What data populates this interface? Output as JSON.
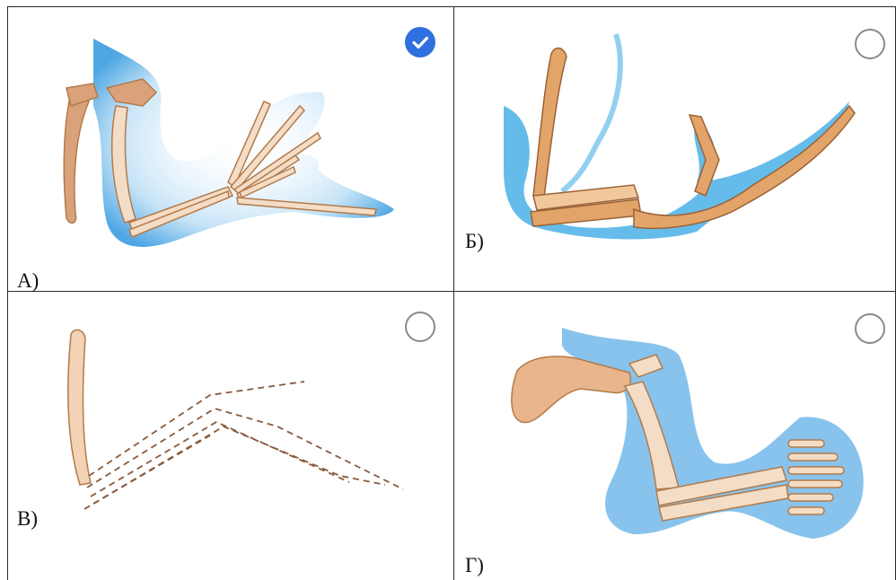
{
  "options": [
    {
      "label": "А)",
      "selected": true
    },
    {
      "label": "Б)",
      "selected": false
    },
    {
      "label": "В)",
      "selected": false
    },
    {
      "label": "Г)",
      "selected": false
    }
  ],
  "colors": {
    "accent": "#2f6fe0",
    "bone": "#f3dcc2",
    "bone_shade": "#c98a57",
    "aura": "#6ab4e8"
  },
  "icons": {
    "check": "check-icon"
  }
}
